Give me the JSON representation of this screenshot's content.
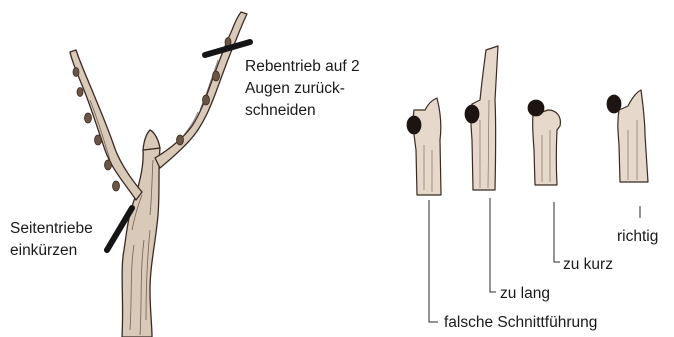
{
  "left_figure": {
    "label_top": [
      "Rebentrieb auf 2",
      "Augen zurück-",
      "schneiden"
    ],
    "label_bottom": [
      "Seitentriebe",
      "einkürzen"
    ]
  },
  "right_figure": {
    "labels": {
      "wrong_cut": "falsche Schnittführung",
      "too_long": "zu lang",
      "too_short": "zu kurz",
      "correct": "richtig"
    }
  },
  "colors": {
    "ink": "#3b2a22",
    "wood": "#c9b8a6",
    "bud": "#1c1410",
    "cut_mark": "#151515",
    "text": "#1a1a1a"
  }
}
